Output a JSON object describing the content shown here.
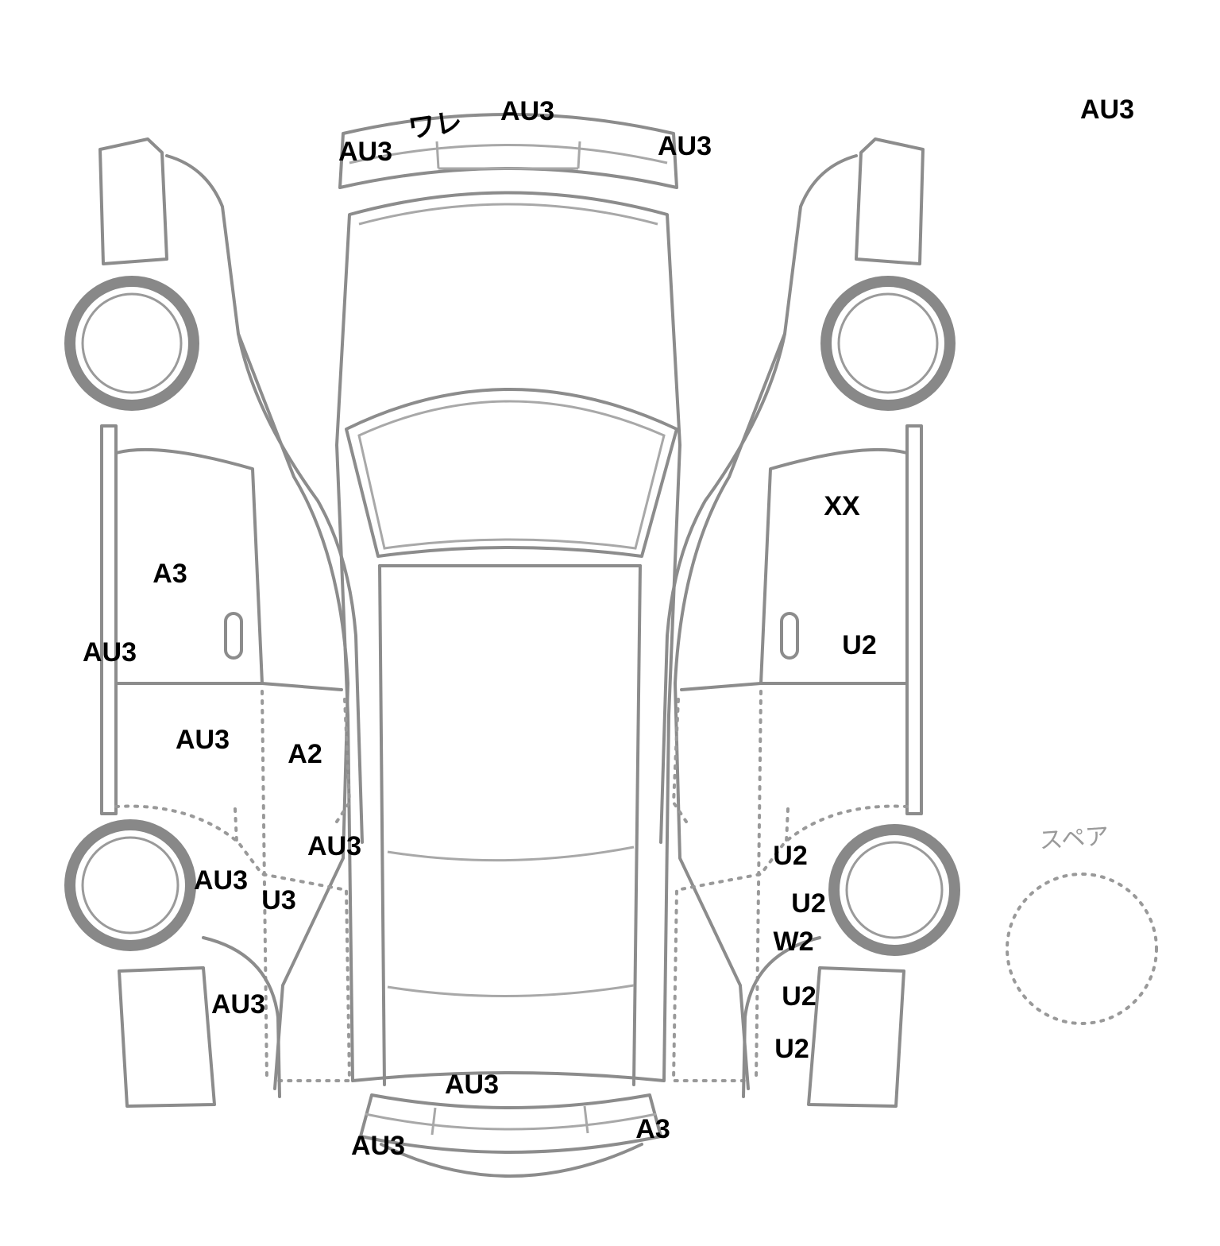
{
  "spare": {
    "label": "スペア"
  },
  "marks": {
    "corner": "AU3",
    "front_bumper_left": "AU3",
    "front_bumper_crack": "ワレ",
    "front_bumper_center": "AU3",
    "front_bumper_right": "AU3",
    "left_front_door": "A3",
    "left_pillar": "AU3",
    "left_rear_door": "AU3",
    "left_rear_door_edge": "A2",
    "left_quarter_upper": "AU3",
    "left_quarter_mid": "AU3",
    "left_quarter_u3": "U3",
    "left_quarter_lower": "AU3",
    "rear_bumper_center": "AU3",
    "rear_bumper_left": "AU3",
    "rear_bumper_right": "A3",
    "right_front_door": "XX",
    "right_front_door_lower": "U2",
    "right_quarter_1": "U2",
    "right_quarter_2": "U2",
    "right_quarter_w2": "W2",
    "right_quarter_3": "U2",
    "right_quarter_4": "U2"
  },
  "colors": {
    "line": "#8c8c8c",
    "text": "#000000",
    "background": "#ffffff"
  }
}
